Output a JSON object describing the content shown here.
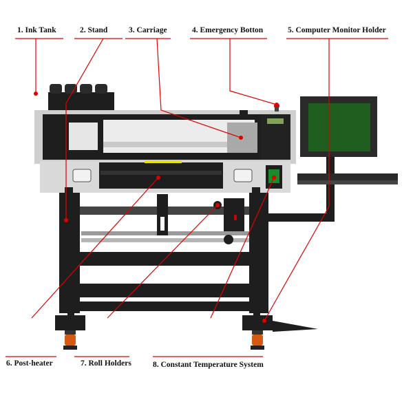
{
  "labels": [
    {
      "id": "ink-tank",
      "text": "1. Ink Tank"
    },
    {
      "id": "stand",
      "text": "2. Stand"
    },
    {
      "id": "carriage",
      "text": "3. Carriage"
    },
    {
      "id": "emergency-button",
      "text": "4. Emergency Botton"
    },
    {
      "id": "monitor-holder",
      "text": "5. Computer Monitor Holder"
    },
    {
      "id": "post-heater",
      "text": "6. Post-heater"
    },
    {
      "id": "roll-holders",
      "text": "7. Roll Holders"
    },
    {
      "id": "constant-temperature",
      "text": "8. Constant Temperature System"
    }
  ],
  "colors": {
    "callout": "#e00000",
    "frame": "#1e1e1e",
    "panel": "#d9d9d9",
    "screen": "#1f5e1f",
    "caster": "#d45a10"
  }
}
